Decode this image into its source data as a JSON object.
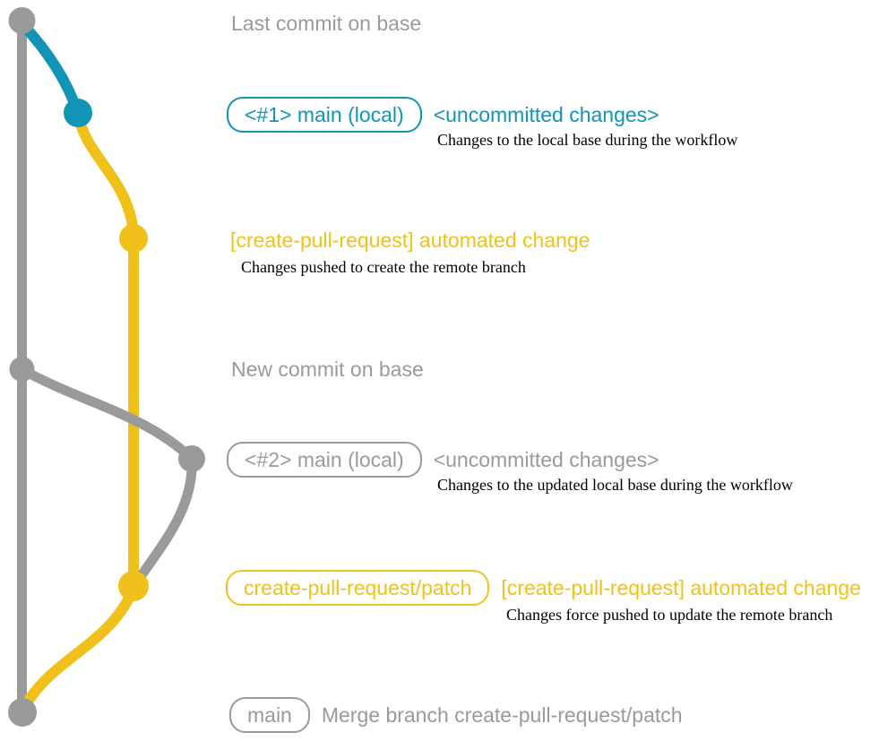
{
  "colors": {
    "gray": "#9a9a9a",
    "blue": "#1194b6",
    "yellow": "#f0c11a",
    "description": "#000000",
    "background": "#ffffff"
  },
  "graph": {
    "branches": [
      {
        "name": "base",
        "color_key": "gray"
      },
      {
        "name": "main (local)",
        "color_key": "blue"
      },
      {
        "name": "create-pull-request/patch",
        "color_key": "yellow"
      }
    ],
    "nodes": [
      {
        "name": "last-commit-on-base",
        "color_key": "gray"
      },
      {
        "name": "uncommitted-changes-1",
        "color_key": "blue"
      },
      {
        "name": "automated-change-1",
        "color_key": "yellow"
      },
      {
        "name": "new-commit-on-base",
        "color_key": "gray"
      },
      {
        "name": "updated-local-head",
        "color_key": "gray"
      },
      {
        "name": "automated-change-2",
        "color_key": "yellow"
      },
      {
        "name": "merge-commit",
        "color_key": "gray"
      }
    ]
  },
  "annotations": {
    "last_commit": {
      "label": "Last commit on base"
    },
    "step1": {
      "badge": "<#1> main (local)",
      "title": "<uncommitted changes>",
      "description": "Changes to the local base during the workflow"
    },
    "step2": {
      "title": "[create-pull-request] automated change",
      "description": "Changes pushed to create the remote branch"
    },
    "new_commit": {
      "label": "New commit on base"
    },
    "step3": {
      "badge": "<#2> main (local)",
      "title": "<uncommitted changes>",
      "description": "Changes to the updated local base during the workflow"
    },
    "step4": {
      "badge": "create-pull-request/patch",
      "title": "[create-pull-request] automated change",
      "description": "Changes force pushed to update the remote branch"
    },
    "merge": {
      "badge": "main",
      "label": "Merge branch create-pull-request/patch"
    }
  }
}
